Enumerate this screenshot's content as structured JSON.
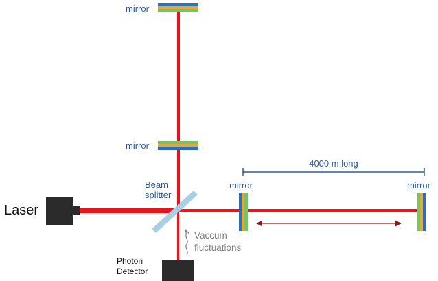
{
  "labels": {
    "mirror_top": "mirror",
    "mirror_upper": "mirror",
    "mirror_arm_near": "mirror",
    "mirror_arm_far": "mirror",
    "beam_splitter_line1": "Beam",
    "beam_splitter_line2": "splitter",
    "laser": "Laser",
    "vacuum_line1": "Vaccum",
    "vacuum_line2": "fluctuations",
    "detector_line1": "Photon",
    "detector_line2": "Detector",
    "arm_length": "4000 m long"
  },
  "colors": {
    "beam": "#e8141b",
    "label_blue": "#2f5b9a",
    "annotation_gray": "#808080",
    "splitter": "#a9cfe4",
    "mirror_layers": [
      "#2f6fb5",
      "#e0a93a",
      "#7cc16a"
    ],
    "box": "#2b2b2b",
    "double_arrow": "#8b1a1a",
    "dimension_line": "#2f5b9a"
  },
  "icons": {
    "laser": "laser-box-icon",
    "detector": "photon-detector-icon",
    "vacuum": "wavy-arrow-icon"
  }
}
